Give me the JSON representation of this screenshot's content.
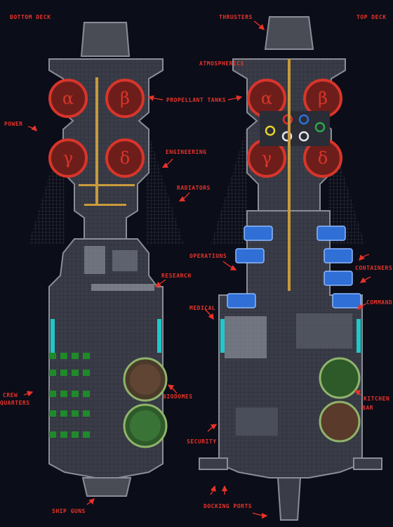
{
  "labels": {
    "bottom_deck": "BOTTOM DECK",
    "top_deck": "TOP DECK",
    "thrusters": "THRUSTERS",
    "atmospherics": "ATMOSPHERICS",
    "propellant_tanks": "PROPELLANT TANKS",
    "power": "POWER",
    "engineering": "ENGINEERING",
    "radiators": "RADIATORS",
    "operations": "OPERATIONS",
    "containers": "CONTAINERS",
    "research": "RESEARCH",
    "medical": "MEDICAL",
    "command": "COMMAND",
    "crew": "CREW",
    "quarters": "QUARTERS",
    "biodomes": "BIODOMES",
    "kitchen": "KITCHEN",
    "bar": "BAR",
    "security": "SECURITY",
    "docking_ports": "DOCKING PORTS",
    "ship_guns": "SHIP GUNS"
  },
  "tank_glyphs": [
    "α",
    "β",
    "γ",
    "δ"
  ],
  "colors": {
    "background": "#0b0d18",
    "label": "#e8332a",
    "hull": "#3a3d48",
    "hull_edge": "#8a8d96",
    "tank_ring": "#d8352b",
    "pipe": "#c89a3c",
    "container": "#2f6fd6",
    "biodome": "#3c7a3a",
    "console": "#21c7c9",
    "crew_bed": "#1f8a2a"
  }
}
